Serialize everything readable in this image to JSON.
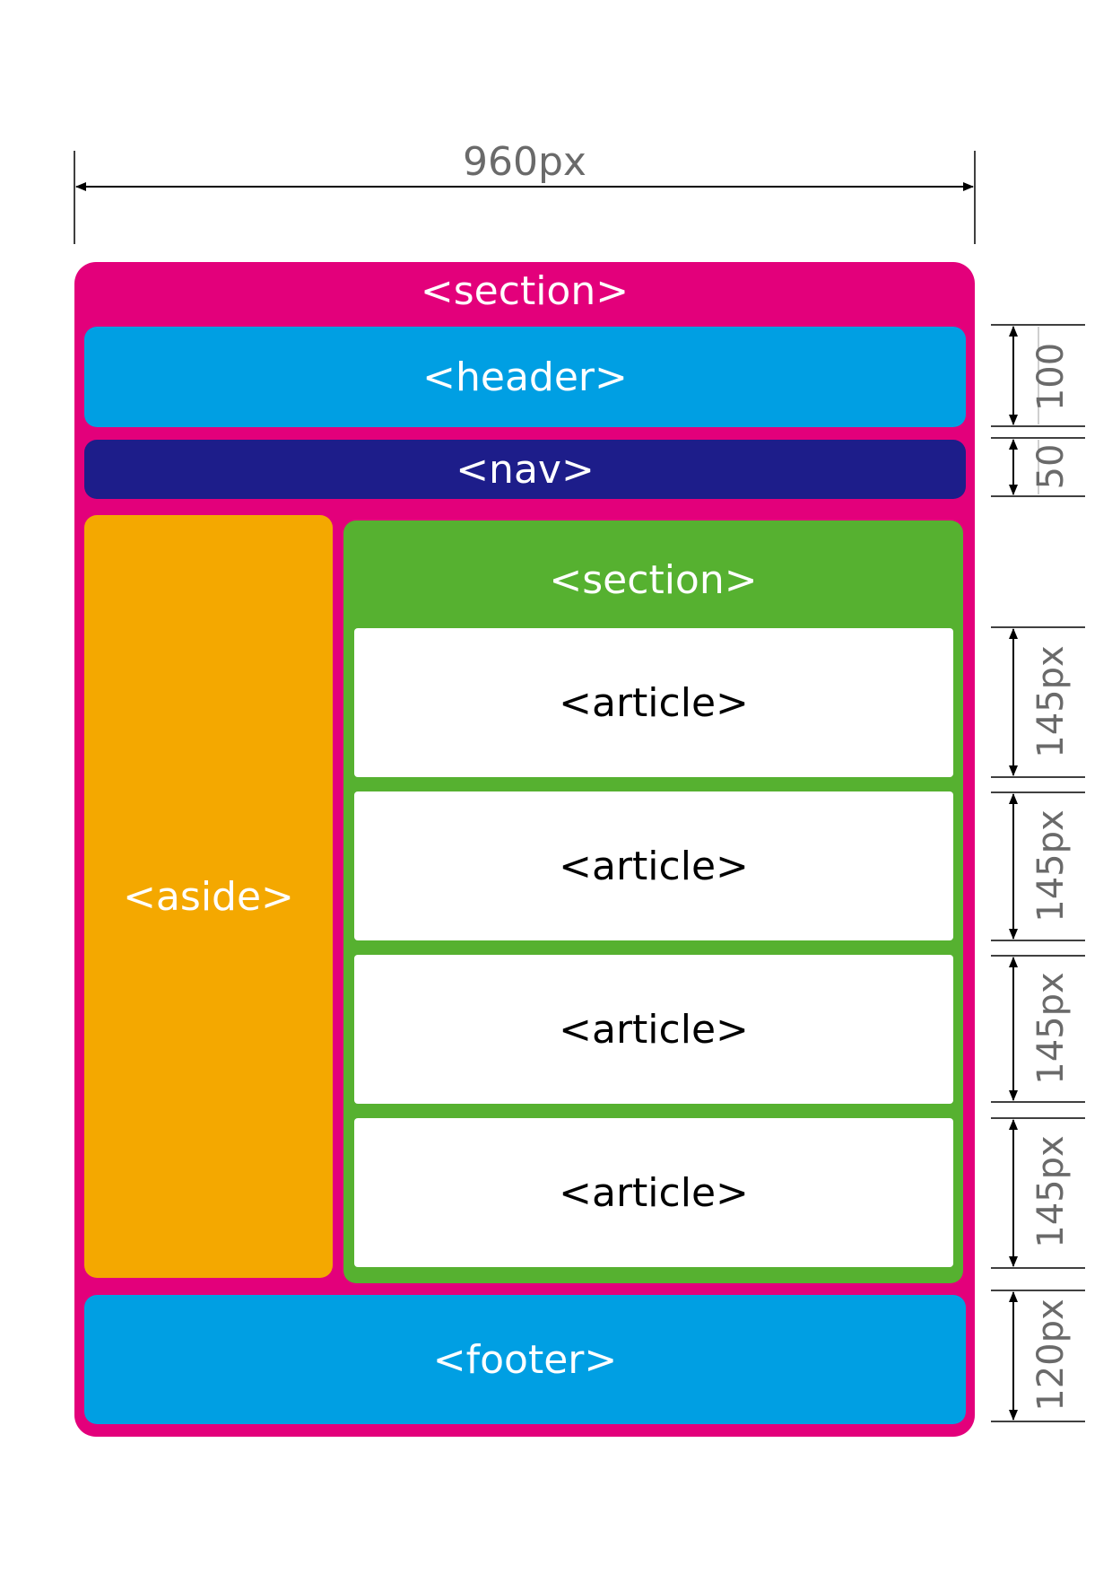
{
  "width_dimension": "960px",
  "outer_section": {
    "label": "<section>",
    "header": "<header>",
    "nav": "<nav>",
    "aside": "<aside>",
    "inner_section": {
      "label": "<section>",
      "articles": [
        "<article>",
        "<article>",
        "<article>",
        "<article>"
      ]
    },
    "footer": "<footer>"
  },
  "height_dimensions": {
    "header": "100",
    "nav": "50",
    "articles": [
      "145px",
      "145px",
      "145px",
      "145px"
    ],
    "footer": "120px"
  },
  "colors": {
    "outer_section": "#e3007b",
    "header": "#009fe3",
    "nav": "#1d1d8a",
    "aside": "#f4a800",
    "inner_section": "#56b130",
    "article": "#ffffff",
    "footer": "#009fe3",
    "dimension_lines": "#000000",
    "dimension_text": "#6a6a6a"
  }
}
